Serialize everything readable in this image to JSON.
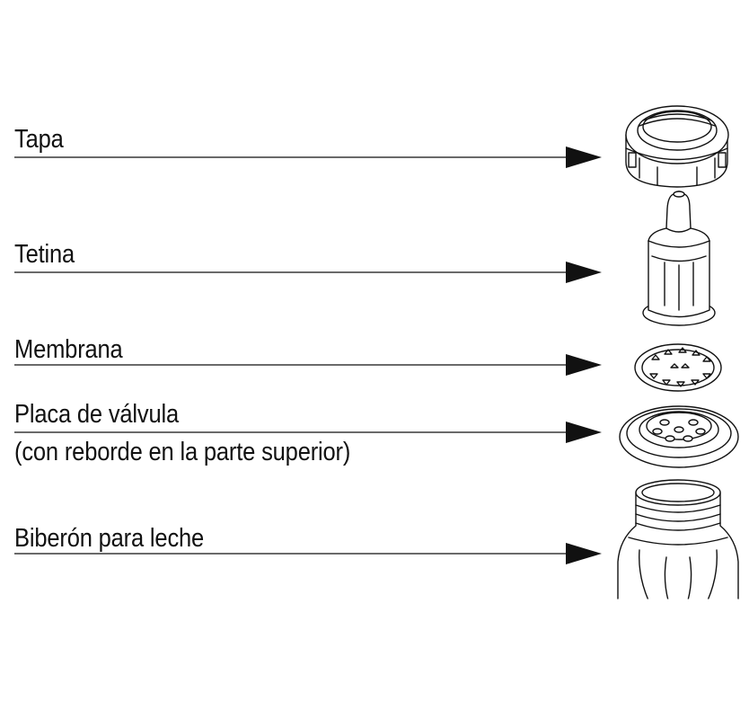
{
  "parts": [
    {
      "id": "tapa",
      "label": "Tapa"
    },
    {
      "id": "tetina",
      "label": "Tetina"
    },
    {
      "id": "membrana",
      "label": "Membrana"
    },
    {
      "id": "placa",
      "label": "Placa de válvula",
      "sublabel": "(con reborde en la parte superior)"
    },
    {
      "id": "biberon",
      "label": "Biberón para leche"
    }
  ],
  "colors": {
    "line": "#111111",
    "background": "#ffffff"
  }
}
